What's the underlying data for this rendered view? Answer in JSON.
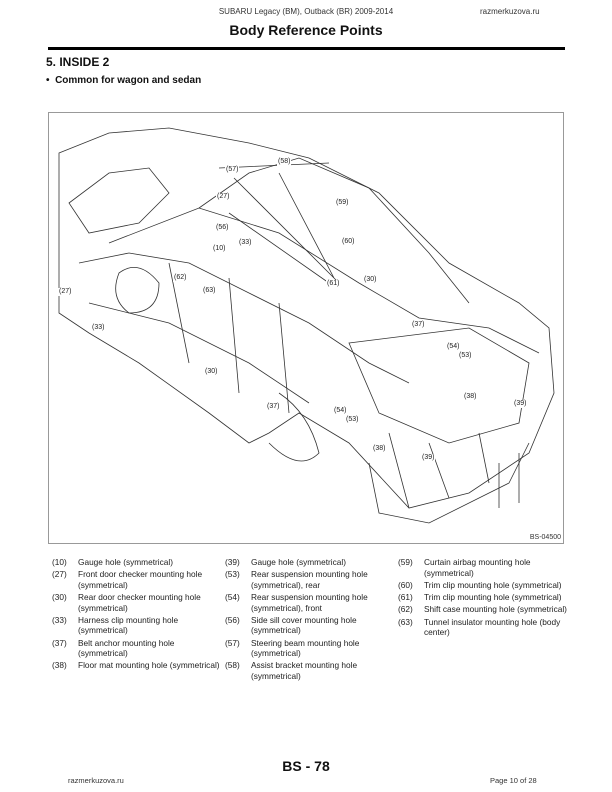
{
  "header": {
    "title": "SUBARU Legacy (BM), Outback (BR) 2009-2014",
    "site": "razmerkuzova.ru"
  },
  "page_title": "Body Reference Points",
  "section_title": "5.  INSIDE 2",
  "subsection": "Common for wagon and sedan",
  "figure": {
    "id": "BS-04500",
    "callouts": [
      "(58)",
      "(57)",
      "(27)",
      "(59)",
      "(56)",
      "(60)",
      "(33)",
      "(10)",
      "(61)",
      "(30)",
      "(62)",
      "(63)",
      "(27)",
      "(33)",
      "(37)",
      "(54)",
      "(53)",
      "(30)",
      "(38)",
      "(39)",
      "(37)",
      "(54)",
      "(53)",
      "(38)",
      "(39)"
    ]
  },
  "legend": {
    "col1": [
      {
        "num": "(10)",
        "text": "Gauge hole (symmetrical)"
      },
      {
        "num": "(27)",
        "text": "Front door checker mounting hole (symmetrical)"
      },
      {
        "num": "(30)",
        "text": "Rear door checker mounting hole (symmetrical)"
      },
      {
        "num": "(33)",
        "text": "Harness clip mounting hole (symmetrical)"
      },
      {
        "num": "(37)",
        "text": "Belt anchor mounting hole (symmetrical)"
      },
      {
        "num": "(38)",
        "text": "Floor mat mounting hole (symmetrical)"
      }
    ],
    "col2": [
      {
        "num": "(39)",
        "text": "Gauge hole (symmetrical)"
      },
      {
        "num": "(53)",
        "text": "Rear suspension mounting hole (symmetrical), rear"
      },
      {
        "num": "(54)",
        "text": "Rear suspension mounting hole (symmetrical), front"
      },
      {
        "num": "(56)",
        "text": "Side sill cover mounting hole (symmetrical)"
      },
      {
        "num": "(57)",
        "text": "Steering beam mounting hole (symmetrical)"
      },
      {
        "num": "(58)",
        "text": "Assist bracket mounting hole (symmetrical)"
      }
    ],
    "col3": [
      {
        "num": "(59)",
        "text": "Curtain airbag mounting hole (symmetrical)"
      },
      {
        "num": "(60)",
        "text": "Trim clip mounting hole (symmetrical)"
      },
      {
        "num": "(61)",
        "text": "Trim clip mounting hole (symmetrical)"
      },
      {
        "num": "(62)",
        "text": "Shift case mounting hole (symmetrical)"
      },
      {
        "num": "(63)",
        "text": "Tunnel insulator mounting hole (body center)"
      }
    ]
  },
  "footer": {
    "page_code": "BS - 78",
    "site": "razmerkuzova.ru",
    "page_of": "Page 10 of 28"
  }
}
